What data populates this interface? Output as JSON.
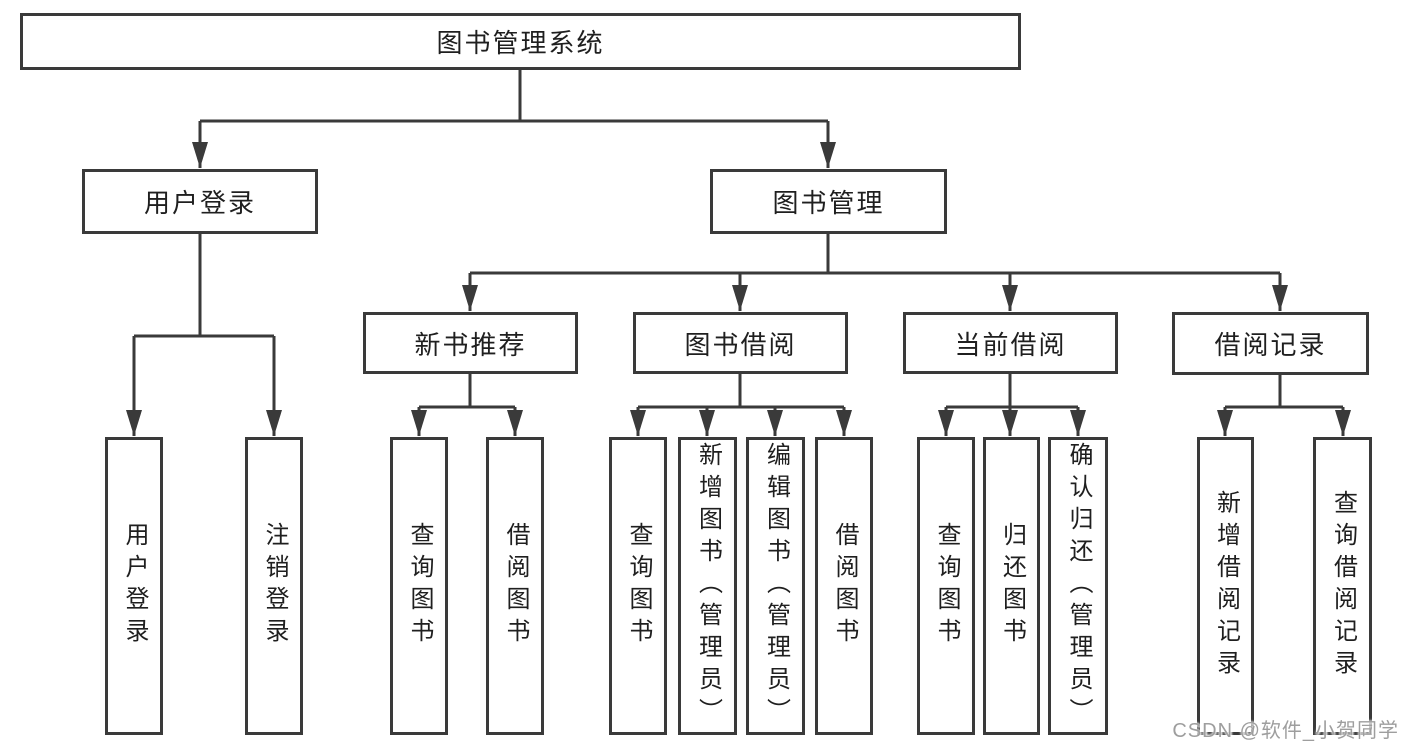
{
  "tree": {
    "label": "图书管理系统",
    "children": [
      {
        "label": "用户登录",
        "children": [
          {
            "label": "用户登录"
          },
          {
            "label": "注销登录"
          }
        ]
      },
      {
        "label": "图书管理",
        "children": [
          {
            "label": "新书推荐",
            "children": [
              {
                "label": "查询图书"
              },
              {
                "label": "借阅图书"
              }
            ]
          },
          {
            "label": "图书借阅",
            "children": [
              {
                "label": "查询图书"
              },
              {
                "label": "新增图书（管理员）"
              },
              {
                "label": "编辑图书（管理员）"
              },
              {
                "label": "借阅图书"
              }
            ]
          },
          {
            "label": "当前借阅",
            "children": [
              {
                "label": "查询图书"
              },
              {
                "label": "归还图书"
              },
              {
                "label": "确认归还（管理员）"
              }
            ]
          },
          {
            "label": "借阅记录",
            "children": [
              {
                "label": "新增借阅记录"
              },
              {
                "label": "查询借阅记录"
              }
            ]
          }
        ]
      }
    ]
  },
  "watermark": {
    "text": "CSDN @软件_小贺同学"
  },
  "colors": {
    "line": "#3a3a3a",
    "text": "#1f1f1f",
    "watermark": "#9e9e9e",
    "background": "#ffffff"
  }
}
